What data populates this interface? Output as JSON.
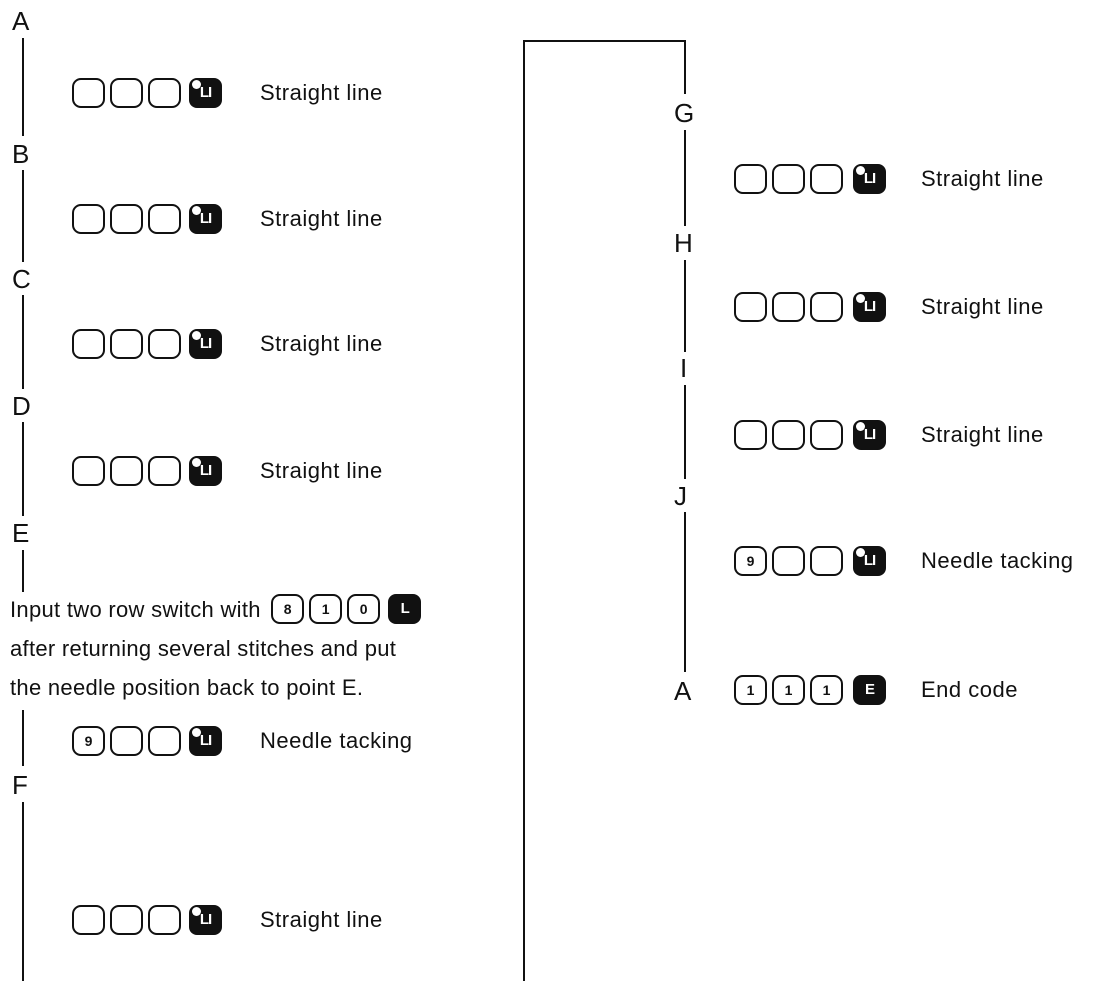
{
  "left_column": {
    "points": [
      "A",
      "B",
      "C",
      "D",
      "E",
      "F"
    ],
    "steps": [
      {
        "keys": [
          "",
          "",
          ""
        ],
        "function_key": "LI",
        "label": "Straight line"
      },
      {
        "keys": [
          "",
          "",
          ""
        ],
        "function_key": "LI",
        "label": "Straight line"
      },
      {
        "keys": [
          "",
          "",
          ""
        ],
        "function_key": "LI",
        "label": "Straight line"
      },
      {
        "keys": [
          "",
          "",
          ""
        ],
        "function_key": "LI",
        "label": "Straight line"
      },
      {
        "keys": [
          "9",
          "",
          ""
        ],
        "function_key": "LI",
        "label": "Needle tacking"
      },
      {
        "keys": [
          "",
          "",
          ""
        ],
        "function_key": "LI",
        "label": "Straight line"
      }
    ],
    "instruction": {
      "line1": "Input two row switch with",
      "line1_keys": [
        "8",
        "1",
        "0"
      ],
      "line1_function_key": "L",
      "line2": "after returning several stitches and put",
      "line3": "the needle position back to point E."
    }
  },
  "right_column": {
    "points": [
      "G",
      "H",
      "I",
      "J",
      "A"
    ],
    "steps": [
      {
        "keys": [
          "",
          "",
          ""
        ],
        "function_key": "LI",
        "label": "Straight line"
      },
      {
        "keys": [
          "",
          "",
          ""
        ],
        "function_key": "LI",
        "label": "Straight line"
      },
      {
        "keys": [
          "",
          "",
          ""
        ],
        "function_key": "LI",
        "label": "Straight line"
      },
      {
        "keys": [
          "9",
          "",
          ""
        ],
        "function_key": "LI",
        "label": "Needle tacking"
      },
      {
        "keys": [
          "1",
          "1",
          "1"
        ],
        "function_key": "E",
        "label": "End code"
      }
    ]
  },
  "icons": {
    "number_key": "number-key-icon",
    "function_key_LI": "function-key-li-icon",
    "function_key_L": "function-key-l-icon",
    "function_key_E": "function-key-e-icon"
  }
}
